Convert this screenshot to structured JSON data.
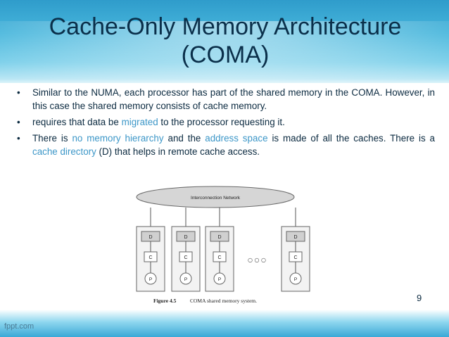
{
  "slide": {
    "title_line1": "Cache-Only Memory Architecture",
    "title_line2": "(COMA)",
    "bullets": [
      {
        "parts": [
          "Similar to the NUMA, each processor has part of the shared memory in the COMA. However, in this case the shared memory consists of cache memory."
        ]
      },
      {
        "parts": [
          "requires that data be ",
          "migrated",
          " to the processor requesting it."
        ]
      },
      {
        "parts": [
          "There is ",
          "no memory hierarchy",
          " and the ",
          "address space",
          " is made of all the caches. There is a ",
          "cache directory",
          " (D) that helps in remote cache access."
        ]
      }
    ],
    "bullet_symbol": "•",
    "page_number": "9",
    "watermark": "fppt.com"
  },
  "figure": {
    "network_label": "Interconnection Network",
    "node_labels": {
      "directory": "D",
      "cache": "C",
      "processor": "P"
    },
    "ellipsis": "○ ○ ○",
    "caption_number": "Figure 4.5",
    "caption_text": "COMA shared memory system."
  },
  "colors": {
    "title": "#0a2f4a",
    "body_text": "#0b2a40",
    "highlight": "#3d97c8",
    "band": "#47b6dc"
  }
}
